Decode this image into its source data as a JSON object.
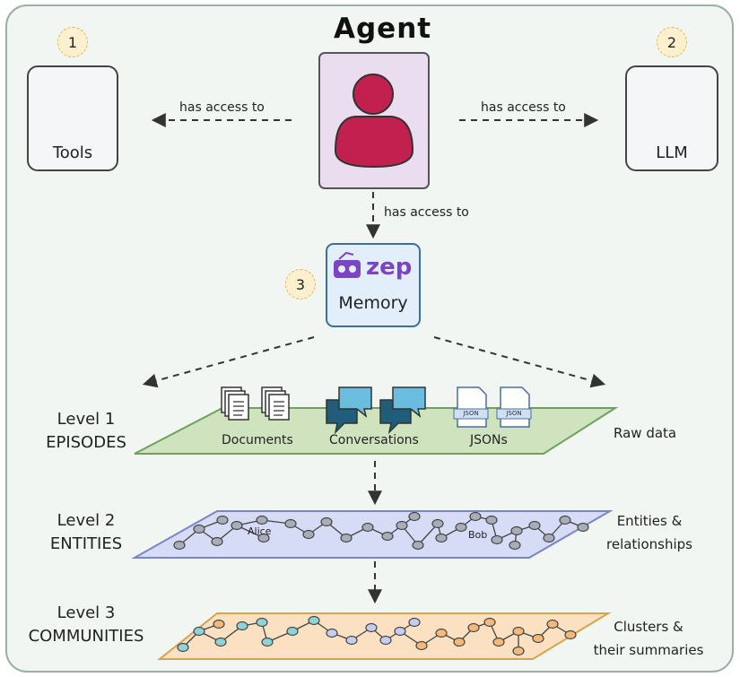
{
  "agent": {
    "title": "Agent"
  },
  "tools": {
    "label": "Tools",
    "badge": "1",
    "icon": "code-icon"
  },
  "llm": {
    "label": "LLM",
    "badge": "2",
    "icon": "brain-circuit-icon"
  },
  "memory": {
    "brand": "zep",
    "label": "Memory",
    "badge": "3",
    "icon": "zep-robot-icon"
  },
  "edges": {
    "tools": "has access to",
    "llm": "has access to",
    "memory": "has access to"
  },
  "level1": {
    "line1": "Level 1",
    "line2": "EPISODES",
    "side": "Raw data",
    "items": [
      "Documents",
      "Conversations",
      "JSONs"
    ],
    "json_tag": "JSON"
  },
  "level2": {
    "line1": "Level 2",
    "line2": "ENTITIES",
    "side1": "Entities &",
    "side2": "relationships",
    "node_a": "Alice",
    "node_b": "Bob"
  },
  "level3": {
    "line1": "Level 3",
    "line2": "COMMUNITIES",
    "side1": "Clusters &",
    "side2": "their summaries"
  },
  "colors": {
    "agent": "#c2204f",
    "agent_box": "#eaddf0",
    "episodes": "#cfe4be",
    "entities": "#d7dcf6",
    "communities": "#fbe1c2",
    "zep": "#7b44c3"
  }
}
